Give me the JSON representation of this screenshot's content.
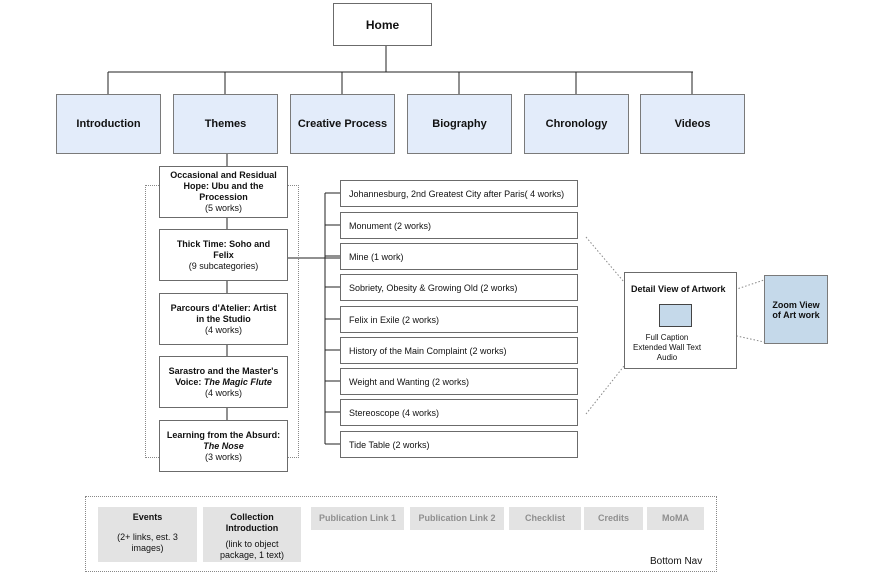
{
  "home": "Home",
  "nav": [
    {
      "id": "introduction",
      "label": "Introduction"
    },
    {
      "id": "themes",
      "label": "Themes"
    },
    {
      "id": "creative-process",
      "label": "Creative Process"
    },
    {
      "id": "biography",
      "label": "Biography"
    },
    {
      "id": "chronology",
      "label": "Chronology"
    },
    {
      "id": "videos",
      "label": "Videos"
    }
  ],
  "themes": [
    {
      "title": "Occasional and Residual Hope: Ubu and the Procession",
      "title_italic": "",
      "count": "(5 works)"
    },
    {
      "title": "Thick Time: Soho and Felix",
      "title_italic": "",
      "count": "(9 subcategories)"
    },
    {
      "title": "Parcours d'Atelier: Artist in the Studio",
      "title_italic": "",
      "count": "(4 works)"
    },
    {
      "title": "Sarastro and the Master's Voice: ",
      "title_italic": "The Magic Flute",
      "count": "(4 works)"
    },
    {
      "title": "Learning from the Absurd: ",
      "title_italic": "The Nose",
      "count": "(3 works)"
    }
  ],
  "subcategories": [
    "Johannesburg, 2nd Greatest City after Paris( 4 works)",
    "Monument (2 works)",
    "Mine (1 work)",
    "Sobriety, Obesity & Growing Old (2 works)",
    "Felix in Exile (2 works)",
    "History of the Main Complaint (2 works)",
    "Weight and Wanting (2 works)",
    "Stereoscope (4 works)",
    "Tide Table (2 works)"
  ],
  "detail": {
    "title": "Detail View of Artwork",
    "lines": [
      "Full Caption",
      "Extended Wall Text",
      "Audio"
    ]
  },
  "zoom": "Zoom View of Art work",
  "bottom_nav": {
    "label": "Bottom Nav",
    "items": [
      {
        "title": "Events",
        "desc": "(2+ links, est. 3 images)",
        "style": "light"
      },
      {
        "title": "Collection Introduction",
        "desc": "(link to object package, 1 text)",
        "style": "light"
      },
      {
        "title": "Publication Link 1",
        "desc": "",
        "style": "grey"
      },
      {
        "title": "Publication Link 2",
        "desc": "",
        "style": "grey"
      },
      {
        "title": "Checklist",
        "desc": "",
        "style": "grey"
      },
      {
        "title": "Credits",
        "desc": "",
        "style": "grey"
      },
      {
        "title": "MoMA",
        "desc": "",
        "style": "grey"
      }
    ]
  },
  "colors": {
    "nav_fill": "#e3ecfa",
    "zoom_fill": "#c5d9ea",
    "bottom_fill": "#e3e3e3",
    "line": "#222222"
  }
}
